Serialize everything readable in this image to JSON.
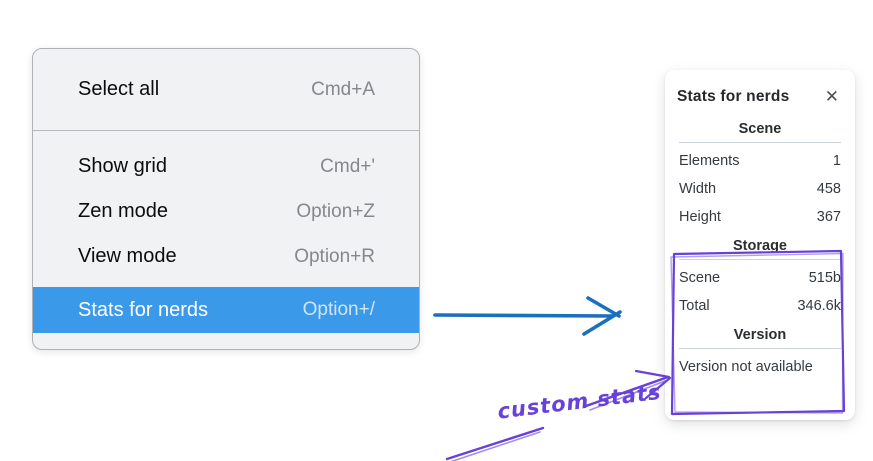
{
  "colors": {
    "menu_highlight": "#3b99ea",
    "blue_arrow": "#1a6fc0",
    "annotation_purple": "#6741d9",
    "menu_background": "#f1f2f4"
  },
  "menu": {
    "items": [
      {
        "label": "Select all",
        "shortcut": "Cmd+A",
        "selected": false
      },
      {
        "label": "Show grid",
        "shortcut": "Cmd+'",
        "selected": false
      },
      {
        "label": "Zen mode",
        "shortcut": "Option+Z",
        "selected": false
      },
      {
        "label": "View mode",
        "shortcut": "Option+R",
        "selected": false
      },
      {
        "label": "Stats for nerds",
        "shortcut": "Option+/",
        "selected": true
      }
    ]
  },
  "stats_panel": {
    "title": "Stats for nerds",
    "close_icon": "✕",
    "sections": [
      {
        "header": "Scene",
        "rows": [
          {
            "label": "Elements",
            "value": "1"
          },
          {
            "label": "Width",
            "value": "458"
          },
          {
            "label": "Height",
            "value": "367"
          }
        ]
      },
      {
        "header": "Storage",
        "rows": [
          {
            "label": "Scene",
            "value": "515b"
          },
          {
            "label": "Total",
            "value": "346.6k"
          }
        ]
      },
      {
        "header": "Version",
        "note": "Version not available"
      }
    ]
  },
  "annotation": {
    "label": "custom stats"
  }
}
